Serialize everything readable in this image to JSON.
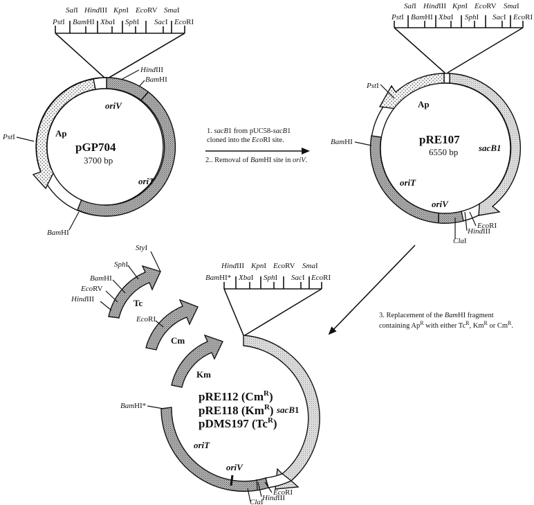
{
  "colors": {
    "ink": "#111111",
    "dark_hatch": "#9a9a9a",
    "light_hatch": "#d6d6d6",
    "dotted_fill": "#efefef",
    "blank": "#ffffff"
  },
  "linker_top_row": [
    {
      "name": "Sal",
      "suffix": "I"
    },
    {
      "name": "Hind",
      "suffix": "III"
    },
    {
      "name": "Kpn",
      "suffix": "I"
    },
    {
      "name": "Eco",
      "suffix": "RV"
    },
    {
      "name": "Sma",
      "suffix": "I"
    }
  ],
  "linker_bottom_row": [
    {
      "name": "Pst",
      "suffix": "I"
    },
    {
      "name": "Bam",
      "suffix": "HI"
    },
    {
      "name": "Xba",
      "suffix": "I"
    },
    {
      "name": "Sph",
      "suffix": "I"
    },
    {
      "name": "Sac",
      "suffix": "I"
    },
    {
      "name": "Eco",
      "suffix": "RI"
    }
  ],
  "plasmid1": {
    "name": "pGP704",
    "size": "3700 bp",
    "features": {
      "ap": "Ap",
      "oriV": "oriV",
      "oriT": "oriT"
    },
    "sites": {
      "hindiii": {
        "name": "Hind",
        "suffix": "III"
      },
      "bamhi_top": {
        "name": "Bam",
        "suffix": "HI"
      },
      "psti": {
        "name": "Pst",
        "suffix": "I"
      },
      "bamhi_bottom": {
        "name": "Bam",
        "suffix": "HI"
      }
    }
  },
  "step12": {
    "line1_pre": "1. ",
    "line1_it1": "sac",
    "line1_b": "B",
    "line1_mid": "1 from pUC58-",
    "line1_it2": "sac",
    "line1_b2": "B",
    "line1_end": "1",
    "line2_pre": "cloned into the ",
    "line2_it": "Eco",
    "line2_end": "RI site.",
    "line3_pre": "2.. Removal of ",
    "line3_it": "Bam",
    "line3_mid": "HI site in ",
    "line3_it2": "oriV",
    "line3_end": "."
  },
  "plasmid2": {
    "name": "pRE107",
    "size": "6550 bp",
    "features": {
      "ap": "Ap",
      "sacB": "sacB1",
      "oriT": "oriT",
      "oriV": "oriV"
    },
    "sites": {
      "psti": {
        "name": "Pst",
        "suffix": "I"
      },
      "bamhi": {
        "name": "Bam",
        "suffix": "HI"
      },
      "ecori": {
        "name": "Eco",
        "suffix": "RI"
      },
      "hindiii": {
        "name": "Hind",
        "suffix": "III"
      },
      "clai": {
        "name": "Cla",
        "suffix": "I"
      }
    }
  },
  "step3": {
    "line1_pre": "3. Replacement of the ",
    "line1_it": "Bam",
    "line1_end": "HI  fragment",
    "line2_a": "containing Ap",
    "line2_b": " with either Tc",
    "line2_c": ", Km",
    "line2_d": " or Cm",
    "line2_e": ".",
    "sup": "R"
  },
  "cassettes": {
    "tc": {
      "label": "Tc",
      "sites": [
        {
          "name": "Sty",
          "suffix": "I"
        },
        {
          "name": "Sph",
          "suffix": "I"
        },
        {
          "name": "Bam",
          "suffix": "HI"
        },
        {
          "name": "Eco",
          "suffix": "RV"
        },
        {
          "name": "Hind",
          "suffix": "III"
        }
      ]
    },
    "cm": {
      "label": "Cm",
      "sites": [
        {
          "name": "Eco",
          "suffix": "RI"
        }
      ]
    },
    "km": {
      "label": "Km"
    }
  },
  "linker3_top_row": [
    {
      "name": "Hind",
      "suffix": "III"
    },
    {
      "name": "Kpn",
      "suffix": "I"
    },
    {
      "name": "Eco",
      "suffix": "RV"
    },
    {
      "name": "Sma",
      "suffix": "I"
    }
  ],
  "linker3_bottom_row": [
    {
      "name": "Bam",
      "suffix": "HI*"
    },
    {
      "name": "Xba",
      "suffix": "I"
    },
    {
      "name": "Sph",
      "suffix": "I"
    },
    {
      "name": "Sac",
      "suffix": "I"
    },
    {
      "name": "Eco",
      "suffix": "RI"
    }
  ],
  "plasmid3": {
    "names": [
      {
        "base": "pRE112 (Cm",
        "sup": "R",
        "close": ")"
      },
      {
        "base": "pRE118 (Km",
        "sup": "R",
        "close": ")"
      },
      {
        "base": "pDMS197 (Tc",
        "sup": "R",
        "close": ")"
      }
    ],
    "features": {
      "sacB": "sacB",
      "sacB_num": "1",
      "oriT": "oriT",
      "oriV": "oriV"
    },
    "sites": {
      "bamhi": {
        "name": "Bam",
        "suffix": "HI*"
      },
      "ecori": {
        "name": "Eco",
        "suffix": "RI"
      },
      "hindiii": {
        "name": "Hind",
        "suffix": "III"
      },
      "clai": {
        "name": "Cla",
        "suffix": "I"
      }
    }
  }
}
